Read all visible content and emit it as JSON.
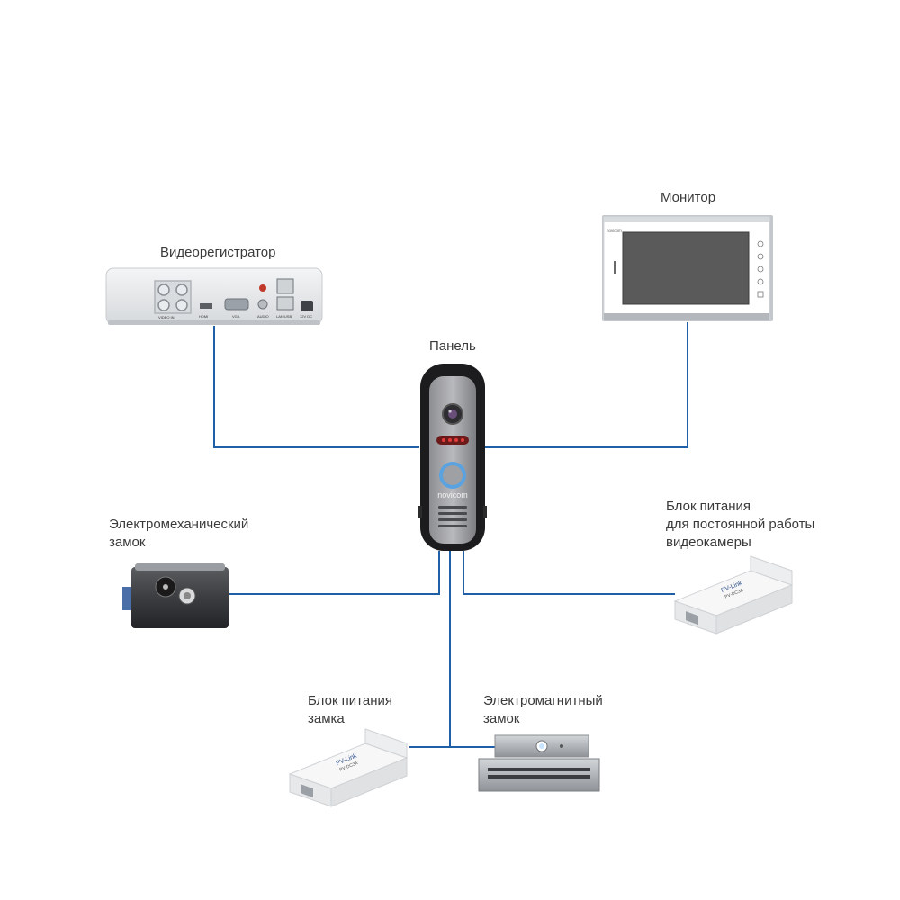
{
  "labels": {
    "dvr": "Видеорегистратор",
    "monitor": "Монитор",
    "panel": "Панель",
    "emech_lock": [
      "Электромеханический",
      "замок"
    ],
    "psu_camera": [
      "Блок питания",
      "для постоянной работы",
      "видеокамеры"
    ],
    "psu_lock": [
      "Блок питания",
      "замка"
    ],
    "emag_lock": [
      "Электромагнитный",
      "замок"
    ]
  },
  "device_text": {
    "dvr_ports": [
      "VIDEO IN",
      "HDMI",
      "VGA",
      "AUDIO",
      "LAN/USB",
      "12V DC"
    ],
    "monitor_brand": "novicom",
    "panel_brand": "novicom",
    "psu_brand": "PV-Link",
    "psu_model": "PV-DC3A"
  },
  "colors": {
    "wire": "#1f5fa8",
    "device_silver": "#cfd3d8",
    "panel_dark": "#1c1c1e"
  }
}
